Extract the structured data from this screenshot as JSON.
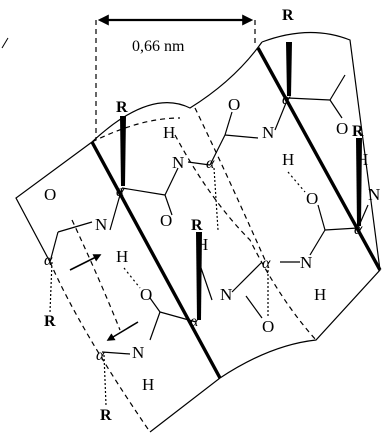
{
  "dimension": {
    "label": "0,66 nm"
  },
  "labels": {
    "r": "R",
    "n": "N",
    "h": "H",
    "o": "O",
    "ca": "α"
  }
}
